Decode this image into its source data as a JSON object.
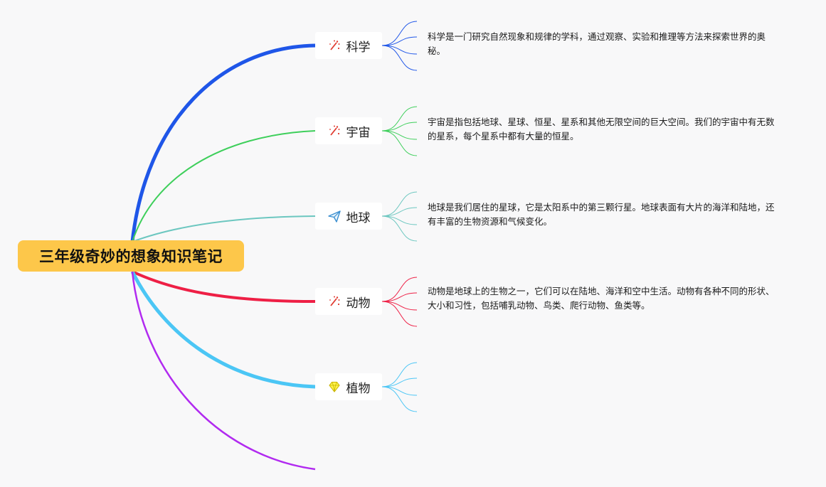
{
  "root": {
    "title": "三年级奇妙的想象知识笔记"
  },
  "topics": [
    {
      "label": "科学",
      "icon": "magic-wand-icon",
      "color": "#1f56e8",
      "note": "科学是一门研究自然现象和规律的学科，通过观察、实验和推理等方法来探索世界的奥秘。"
    },
    {
      "label": "宇宙",
      "icon": "magic-wand-icon",
      "color": "#3ecf5b",
      "note": "宇宙是指包括地球、星球、恒星、星系和其他无限空间的巨大空间。我们的宇宙中有无数的星系，每个星系中都有大量的恒星。"
    },
    {
      "label": "地球",
      "icon": "paper-plane-icon",
      "color": "#6cc7c0",
      "note": "地球是我们居住的星球，它是太阳系中的第三颗行星。地球表面有大片的海洋和陆地，还有丰富的生物资源和气候变化。"
    },
    {
      "label": "动物",
      "icon": "magic-wand-icon",
      "color": "#ee1f45",
      "note": "动物是地球上的生物之一，它们可以在陆地、海洋和空中生活。动物有各种不同的形状、大小和习性，包括哺乳动物、鸟类、爬行动物、鱼类等。"
    },
    {
      "label": "植物",
      "icon": "diamond-icon",
      "color": "#4bc6f5",
      "note": ""
    }
  ],
  "extra_branch_color": "#b12af0"
}
